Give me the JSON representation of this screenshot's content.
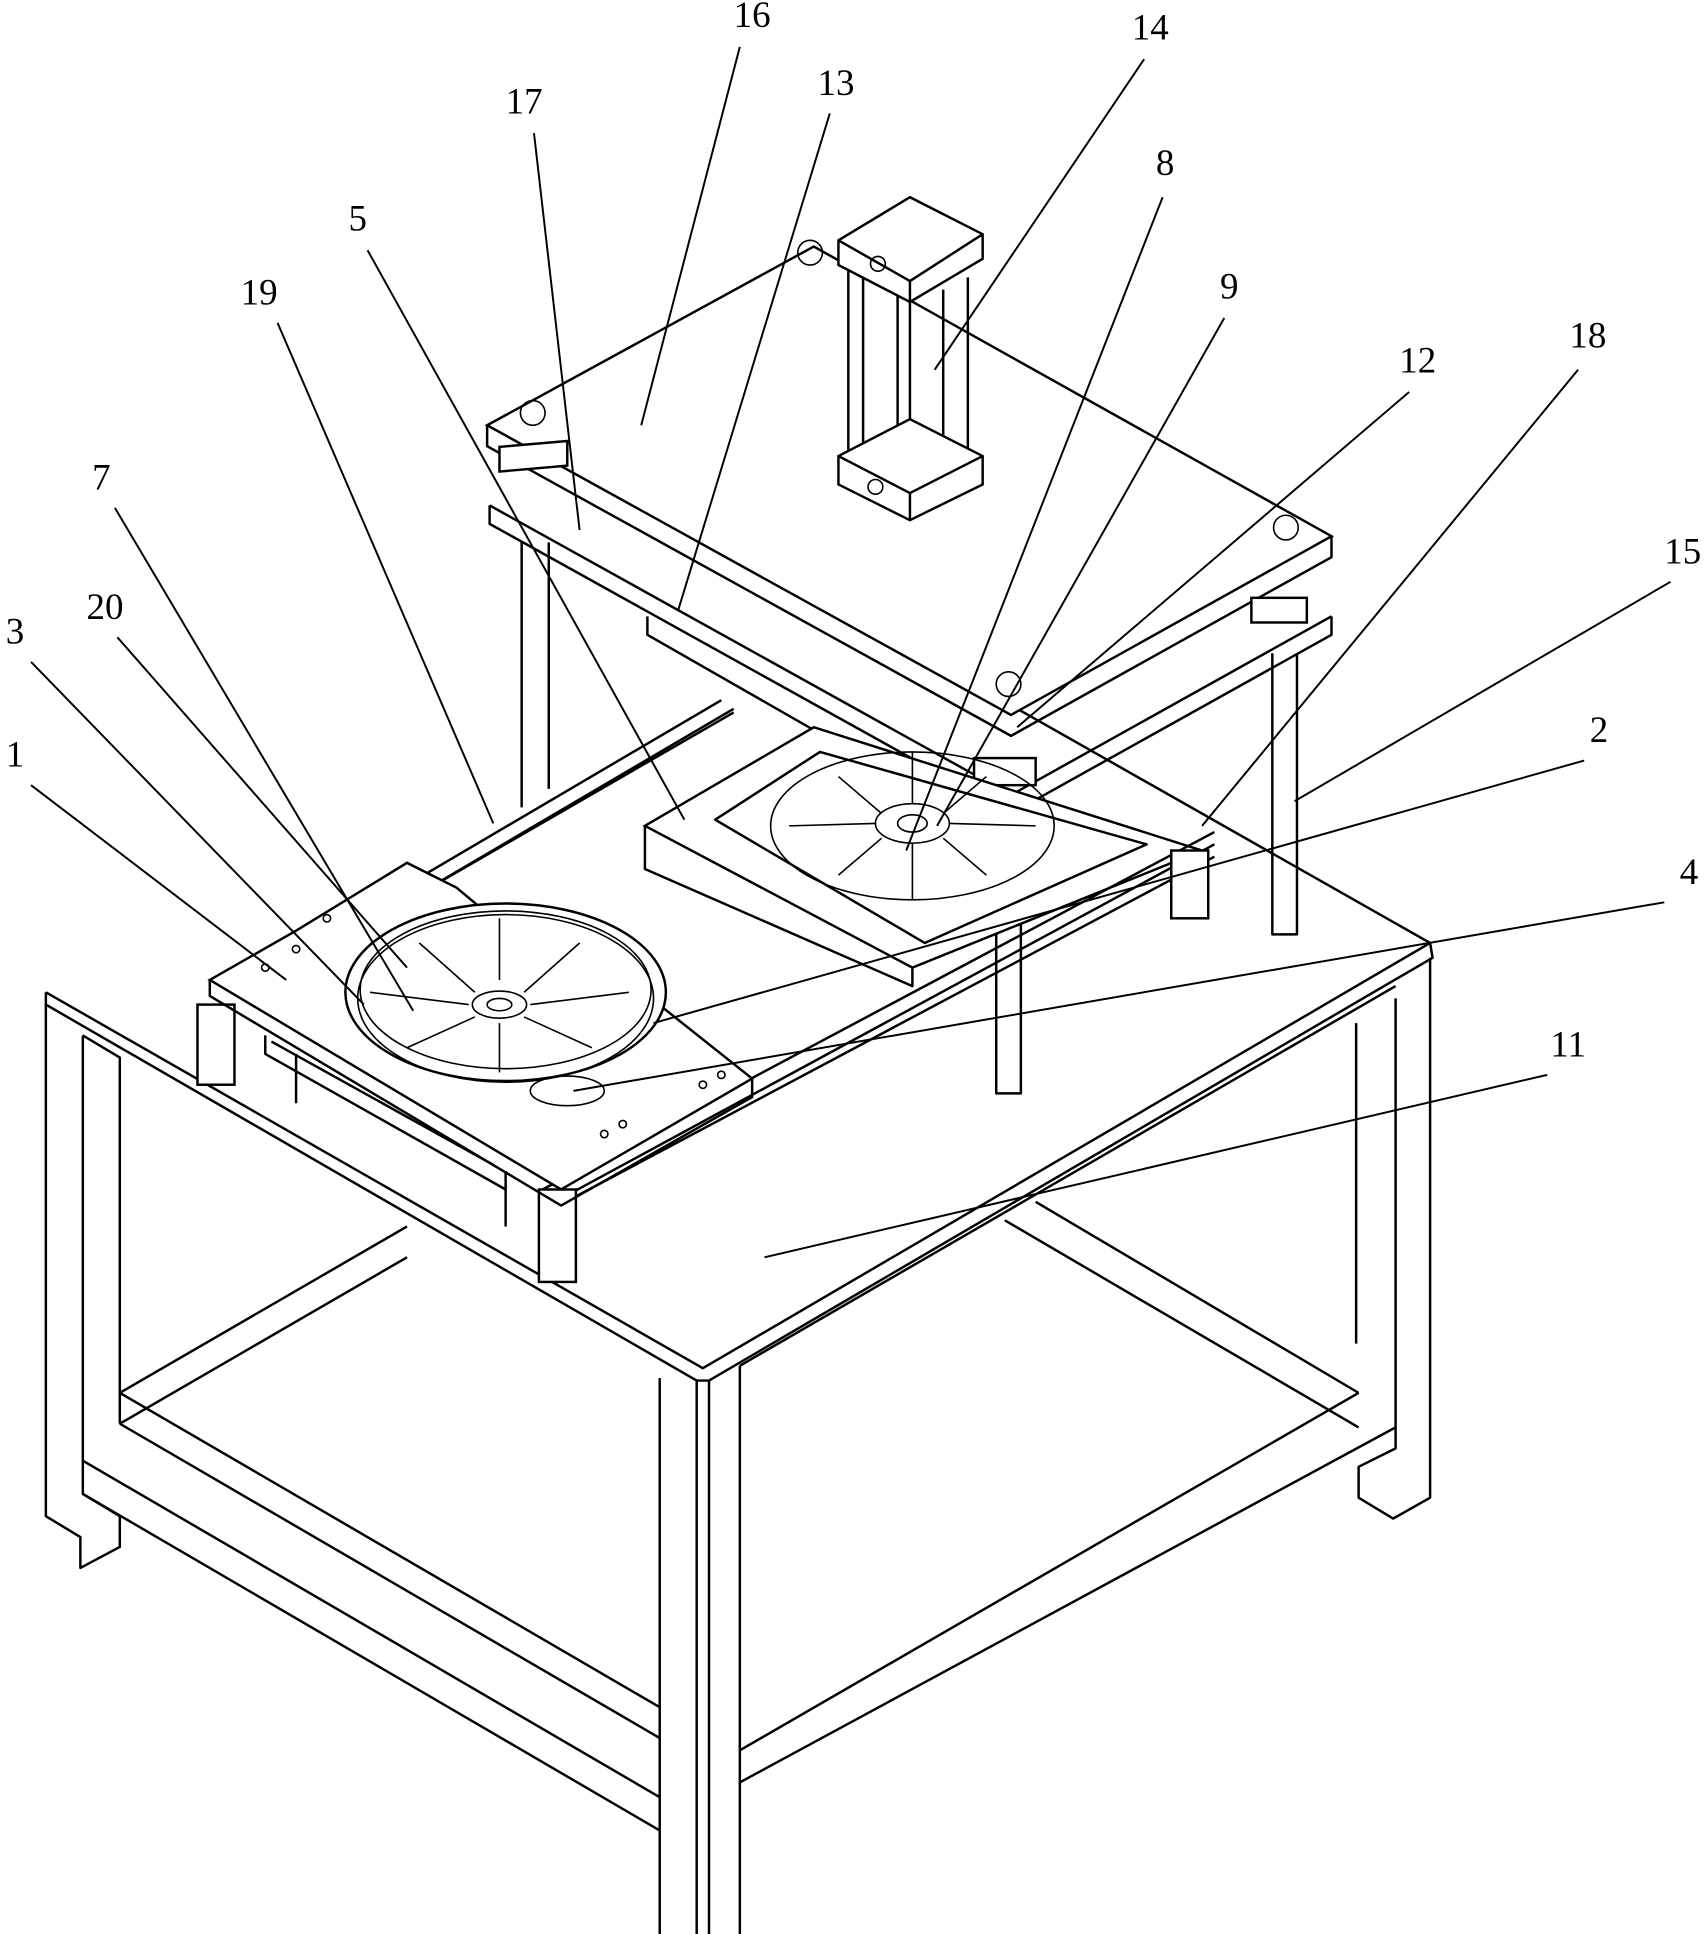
{
  "figure": {
    "type": "patent-isometric-drawing",
    "reference_labels": [
      {
        "id": "16",
        "text": "16"
      },
      {
        "id": "14",
        "text": "14"
      },
      {
        "id": "13",
        "text": "13"
      },
      {
        "id": "17",
        "text": "17"
      },
      {
        "id": "8",
        "text": "8"
      },
      {
        "id": "5",
        "text": "5"
      },
      {
        "id": "19",
        "text": "19"
      },
      {
        "id": "9",
        "text": "9"
      },
      {
        "id": "12",
        "text": "12"
      },
      {
        "id": "18",
        "text": "18"
      },
      {
        "id": "15",
        "text": "15"
      },
      {
        "id": "2",
        "text": "2"
      },
      {
        "id": "4",
        "text": "4"
      },
      {
        "id": "11",
        "text": "11"
      },
      {
        "id": "7",
        "text": "7"
      },
      {
        "id": "20",
        "text": "20"
      },
      {
        "id": "3",
        "text": "3"
      },
      {
        "id": "1",
        "text": "1"
      }
    ]
  }
}
